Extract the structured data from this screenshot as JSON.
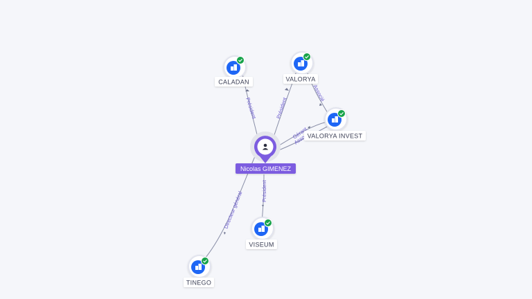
{
  "person": {
    "name": "Nicolas GIMENEZ"
  },
  "companies": [
    {
      "id": "caladan",
      "label": "CALADAN",
      "verified": true
    },
    {
      "id": "valorya",
      "label": "VALORYA",
      "verified": true
    },
    {
      "id": "valorya-invest",
      "label": "VALORYA INVEST",
      "verified": true
    },
    {
      "id": "viseum",
      "label": "VISEUM",
      "verified": true
    },
    {
      "id": "tinego",
      "label": "TINEGO",
      "verified": true
    }
  ],
  "relations": [
    {
      "from": "person",
      "to": "caladan",
      "label": "Président"
    },
    {
      "from": "person",
      "to": "valorya",
      "label": "Président"
    },
    {
      "from": "valorya",
      "to": "valorya-invest",
      "label": "Associé"
    },
    {
      "from": "person",
      "to": "valorya-invest",
      "label": "Gérant"
    },
    {
      "from": "person",
      "to": "valorya-invest",
      "label": "Associé"
    },
    {
      "from": "person",
      "to": "viseum",
      "label": "Président"
    },
    {
      "from": "person",
      "to": "tinego",
      "label": "Directeur général"
    }
  ],
  "colors": {
    "accent": "#7c5ce0",
    "company_icon": "#1e66f5",
    "verified": "#17a34a",
    "edge": "#8a8fa8"
  },
  "icons": {
    "person": "person-icon",
    "company": "building-icon",
    "verified": "check-icon"
  }
}
